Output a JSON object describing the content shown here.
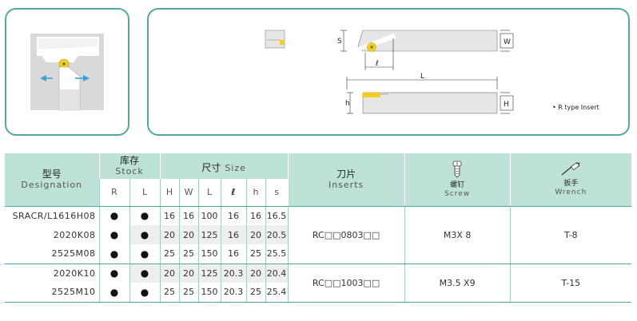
{
  "diagram": {
    "dimensions": {
      "s": "S",
      "w": "W",
      "l": "ℓ",
      "L": "L",
      "h": "h",
      "H": "H"
    },
    "insert_note": "• R type Insert",
    "colors": {
      "accent": "#54a99f",
      "header_bg": "#bfe2d8",
      "insert": "#f2cf1e",
      "tool_body": "#e6e6e6"
    }
  },
  "table": {
    "headers": {
      "designation_cn": "型号",
      "designation_en": "Designation",
      "stock_cn": "库存",
      "stock_en": "Stock",
      "size_cn": "尺寸",
      "size_en": "Size",
      "inserts_cn": "刀片",
      "inserts_en": "Inserts",
      "screw_cn": "螺钉",
      "screw_en": "Screw",
      "wrench_cn": "扳手",
      "wrench_en": "Wrench",
      "stock_cols": [
        "R",
        "L"
      ],
      "size_cols": [
        "H",
        "W",
        "L",
        "ℓ",
        "h",
        "s"
      ]
    },
    "rows": [
      {
        "designation": "SRACR/L1616H08",
        "R": "●",
        "L": "●",
        "H": "16",
        "W": "16",
        "Lv": "100",
        "l": "16",
        "h": "16",
        "s": "16.5"
      },
      {
        "designation": "2020K08",
        "R": "●",
        "L": "●",
        "H": "20",
        "W": "20",
        "Lv": "125",
        "l": "16",
        "h": "20",
        "s": "20.5"
      },
      {
        "designation": "2525M08",
        "R": "●",
        "L": "●",
        "H": "25",
        "W": "25",
        "Lv": "150",
        "l": "16",
        "h": "25",
        "s": "25.5"
      },
      {
        "designation": "2020K10",
        "R": "●",
        "L": "●",
        "H": "20",
        "W": "20",
        "Lv": "125",
        "l": "20.3",
        "h": "20",
        "s": "20.4"
      },
      {
        "designation": "2525M10",
        "R": "●",
        "L": "●",
        "H": "25",
        "W": "25",
        "Lv": "150",
        "l": "20.3",
        "h": "25",
        "s": "25.4"
      }
    ],
    "groups": [
      {
        "insert": "RC□□0803□□",
        "screw": "M3X 8",
        "wrench": "T-8"
      },
      {
        "insert": "RC□□1003□□",
        "screw": "M3.5 X9",
        "wrench": "T-15"
      }
    ]
  }
}
